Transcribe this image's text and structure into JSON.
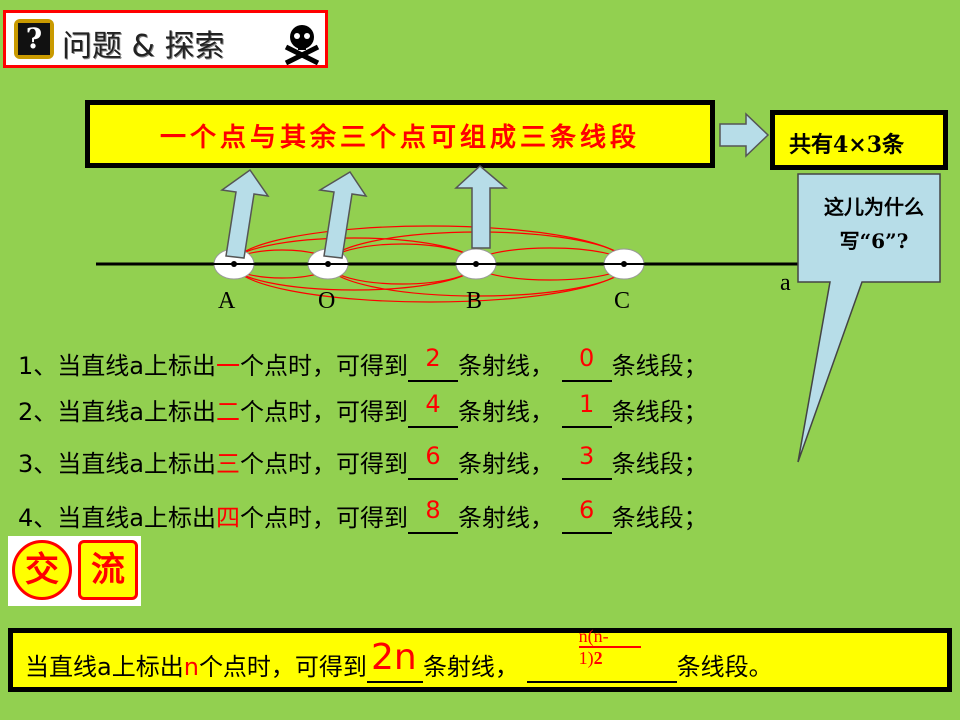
{
  "header": {
    "title": "问题 & 探索"
  },
  "banner": {
    "text": "一个点与其余三个点可组成三条线段",
    "total": "共有4×3条"
  },
  "callout": {
    "text": "这儿为什么写“6”?"
  },
  "diagram": {
    "line_label": "a",
    "points": [
      "A",
      "O",
      "B",
      "C"
    ]
  },
  "statements": [
    {
      "num": "1、",
      "pre": "当直线a上标出",
      "count": "一",
      "mid": "个点时，可得到",
      "rays": "2",
      "rays_unit": "条射线，",
      "segments": "0",
      "seg_unit": "条线段；"
    },
    {
      "num": "2、",
      "pre": "当直线a上标出",
      "count": "二",
      "mid": "个点时，可得到",
      "rays": "4",
      "rays_unit": "条射线，",
      "segments": "1",
      "seg_unit": "条线段；"
    },
    {
      "num": "3、",
      "pre": "当直线a上标出",
      "count": "三",
      "mid": "个点时，可得到",
      "rays": "6",
      "rays_unit": "条射线，",
      "segments": "3",
      "seg_unit": "条线段；"
    },
    {
      "num": "4、",
      "pre": "当直线a上标出",
      "count": "四",
      "mid": "个点时，可得到",
      "rays": "8",
      "rays_unit": "条射线，",
      "segments": "6",
      "seg_unit": "条线段；"
    }
  ],
  "exchange": {
    "char1": "交",
    "char2": "流"
  },
  "summary": {
    "pre": "当直线a上标出",
    "n": "n",
    "mid": "个点时，可得到",
    "rays": "2n",
    "rays_unit": "条射线，",
    "seg_num": "n(n-",
    "seg_den": "1)",
    "seg_den2": "2",
    "seg_unit": "条线段。"
  },
  "colors": {
    "background": "#92d050",
    "accent_red": "#ff0000",
    "highlight_yellow": "#ffff00",
    "arrow_fill": "#b7dde8"
  }
}
